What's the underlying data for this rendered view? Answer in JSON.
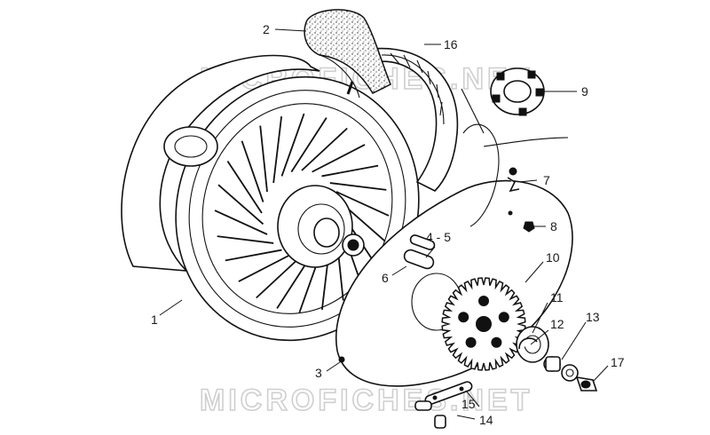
{
  "watermarks": [
    "MICROFICHES.NET",
    "MICROFICHES.NET"
  ],
  "callouts": {
    "c1": "1",
    "c2": "2",
    "c3": "3",
    "c45": "4 - 5",
    "c6": "6",
    "c7": "7",
    "c8": "8",
    "c9": "9",
    "c10": "10",
    "c11": "11",
    "c12": "12",
    "c13": "13",
    "c14": "14",
    "c15": "15",
    "c16": "16",
    "c17": "17"
  }
}
